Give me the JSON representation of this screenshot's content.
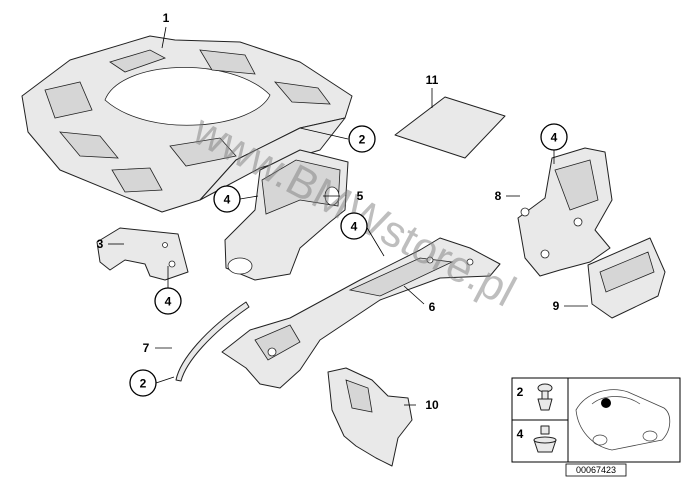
{
  "callouts": {
    "p1": "1",
    "p2": "2",
    "p3": "3",
    "p4": "4",
    "p5": "5",
    "p6": "6",
    "p7": "7",
    "p8": "8",
    "p9": "9",
    "p10": "10",
    "p11": "11"
  },
  "inset": {
    "row_a": "2",
    "row_b": "4"
  },
  "watermark": "www.BMWstore.pl",
  "reference": "00067423"
}
